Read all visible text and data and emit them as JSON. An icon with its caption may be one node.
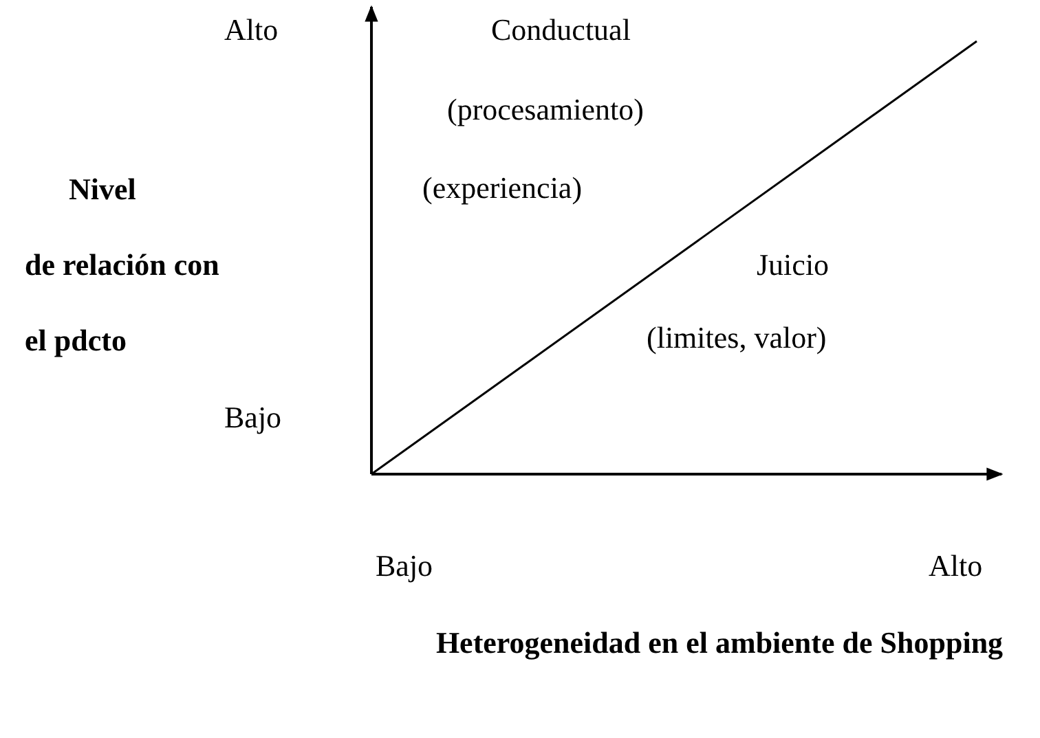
{
  "diagram": {
    "labels": [
      "Alto",
      "Conductual",
      "(procesamiento)",
      "Nivel de relación con el pdcto",
      "(experiencia)",
      "Juicio",
      "(limites, valor)",
      "Bajo",
      "Bajo",
      "Alto",
      "Heterogeneidad en el ambiente de Shopping"
    ]
  }
}
